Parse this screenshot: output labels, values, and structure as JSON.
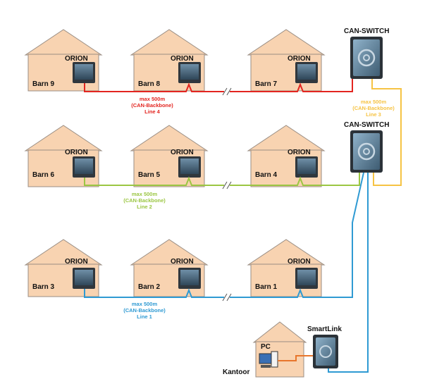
{
  "orion_label": "ORION",
  "switch_label": "CAN-SWITCH",
  "smartlink_label": "SmartLink",
  "pc_label": "PC",
  "office_label": "Kantoor",
  "barns": {
    "b9": "Barn 9",
    "b8": "Barn 8",
    "b7": "Barn 7",
    "b6": "Barn 6",
    "b5": "Barn 5",
    "b4": "Barn 4",
    "b3": "Barn 3",
    "b2": "Barn 2",
    "b1": "Barn 1"
  },
  "lines": {
    "line4": {
      "max": "max 500m",
      "backbone": "(CAN-Backbone)",
      "name": "Line 4",
      "color": "#e32520"
    },
    "line3": {
      "max": "max 500m",
      "backbone": "(CAN-Backbone)",
      "name": "Line 3",
      "color": "#f6c344"
    },
    "line2": {
      "max": "max 500m",
      "backbone": "(CAN-Backbone)",
      "name": "Line 2",
      "color": "#9bc643"
    },
    "line1": {
      "max": "max 500m",
      "backbone": "(CAN-Backbone)",
      "name": "Line 1",
      "color": "#2f9ad3"
    }
  },
  "pc_link_color": "#e8762c"
}
